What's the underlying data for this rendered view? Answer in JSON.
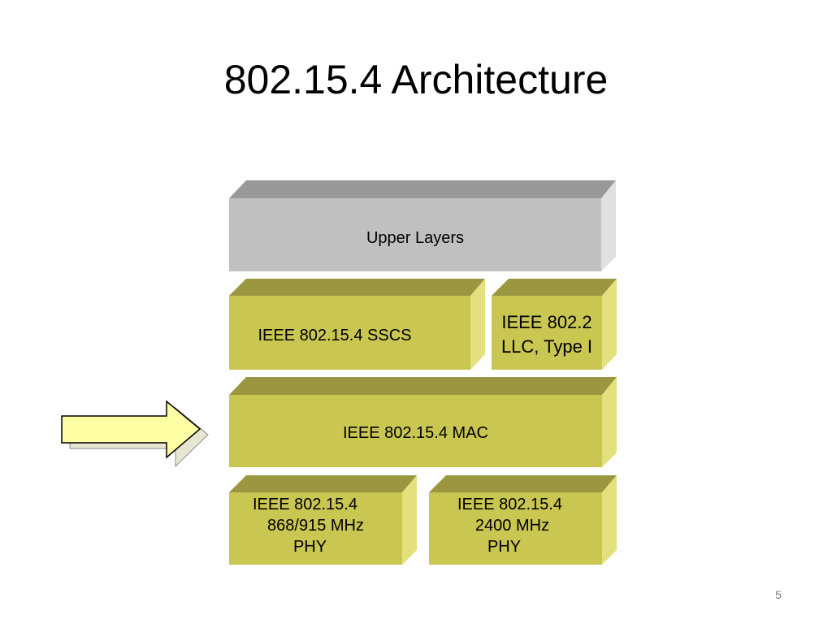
{
  "slide": {
    "title": "802.15.4 Architecture",
    "page_number": "5"
  },
  "colors": {
    "upper_front": "#c0c0c0",
    "upper_top": "#999999",
    "upper_side": "#e0e0e0",
    "layer_front": "#c9c651",
    "layer_top": "#9a9740",
    "layer_side": "#e3e17d",
    "arrow_fill": "#ffffa6"
  },
  "blocks": {
    "upper_layers": "Upper Layers",
    "sscs": "IEEE 802.15.4 SSCS",
    "llc_line1": "IEEE 802.2",
    "llc_line2": "LLC, Type I",
    "mac": "IEEE 802.15.4 MAC",
    "phy868_line1": "IEEE 802.15.4",
    "phy868_line2": "868/915 MHz",
    "phy868_line3": "PHY",
    "phy2400_line1": "IEEE 802.15.4",
    "phy2400_line2": "2400 MHz",
    "phy2400_line3": "PHY"
  }
}
